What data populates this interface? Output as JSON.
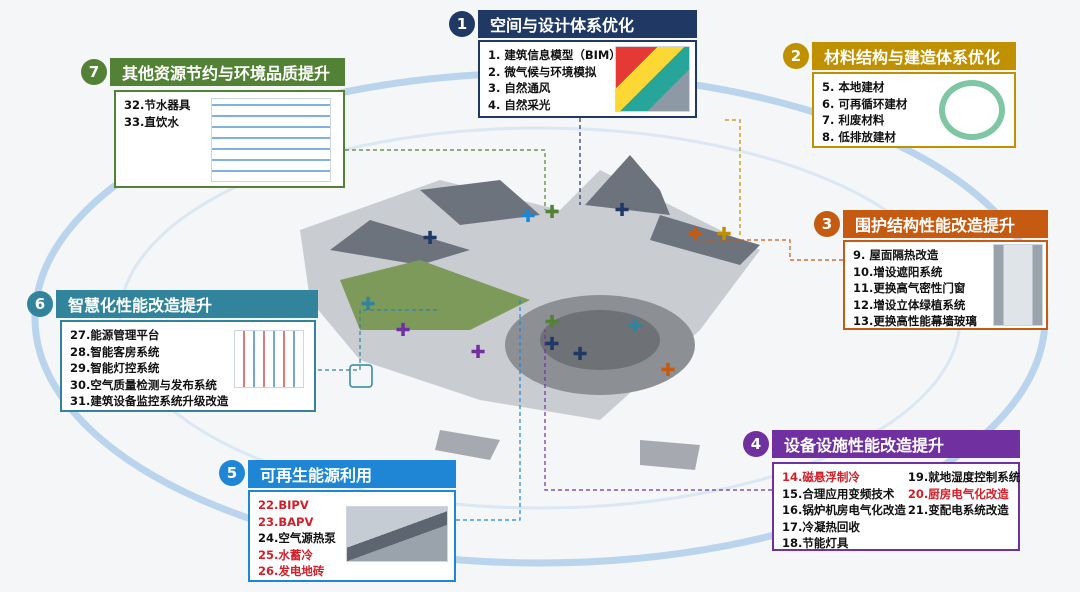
{
  "colors": {
    "s1": "#1f3864",
    "s2": "#bf9000",
    "s3": "#c55a11",
    "s4": "#7030a0",
    "s5": "#1f86d6",
    "s6": "#31849b",
    "s7": "#538135",
    "highlight": "#d0202a"
  },
  "sections": [
    {
      "num": "1",
      "title": "空间与设计体系优化",
      "items": [
        "1.  建筑信息模型（BIM）",
        "2.  微气候与环境模拟",
        "3.  自然通风",
        "4.  自然采光"
      ]
    },
    {
      "num": "2",
      "title": "材料结构与建造体系优化",
      "items": [
        "5. 本地建材",
        "6. 可再循环建材",
        "7. 利废材料",
        "8. 低排放建材"
      ]
    },
    {
      "num": "3",
      "title": "围护结构性能改造提升",
      "items": [
        "9.  屋面隔热改造",
        "10.增设遮阳系统",
        "11.更换高气密性门窗",
        "12.增设立体绿植系统",
        "13.更换高性能幕墙玻璃"
      ]
    },
    {
      "num": "4",
      "title": "设备设施性能改造提升",
      "items": [
        "14.磁悬浮制冷",
        "15.合理应用变频技术",
        "16.锅炉机房电气化改造",
        "17.冷凝热回收",
        "18.节能灯具"
      ],
      "items2": [
        "19.就地湿度控制系统",
        "20.厨房电气化改造",
        "21.变配电系统改造"
      ]
    },
    {
      "num": "5",
      "title": "可再生能源利用",
      "items": [
        "22.BIPV",
        "23.BAPV",
        "24.空气源热泵",
        "25.水蓄冷",
        "26.发电地砖"
      ]
    },
    {
      "num": "6",
      "title": "智慧化性能改造提升",
      "items": [
        "27.能源管理平台",
        "28.智能客房系统",
        "29.智能灯控系统",
        "30.空气质量检测与发布系统",
        "31.建筑设备监控系统升级改造"
      ]
    },
    {
      "num": "7",
      "title": "其他资源节约与环境品质提升",
      "items": [
        "32.节水器具",
        "33.直饮水"
      ]
    }
  ]
}
